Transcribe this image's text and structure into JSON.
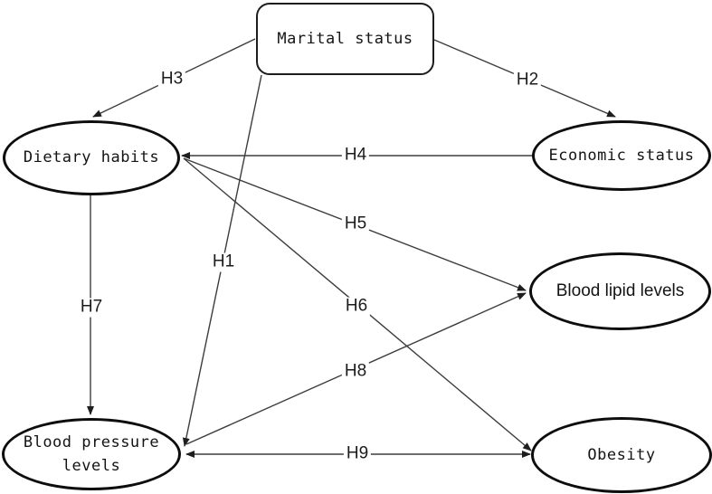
{
  "diagram": {
    "background_color": "#ffffff",
    "line_color": "#3d3d3d",
    "node_border_color": "#0d0d0d",
    "text_color": "#141414",
    "nodes": [
      {
        "id": "marital-status",
        "label": "Marital status",
        "shape": "rounded-rect"
      },
      {
        "id": "dietary-habits",
        "label": "Dietary habits",
        "shape": "ellipse"
      },
      {
        "id": "economic-status",
        "label": "Economic status",
        "shape": "ellipse"
      },
      {
        "id": "blood-lipid-levels",
        "label": "Blood lipid levels",
        "shape": "ellipse"
      },
      {
        "id": "blood-pressure-levels",
        "label": "Blood pressure levels",
        "shape": "ellipse"
      },
      {
        "id": "obesity",
        "label": "Obesity",
        "shape": "ellipse"
      }
    ],
    "edges": [
      {
        "label": "H1",
        "from": "marital-status",
        "to": "blood-pressure-levels",
        "direction": "one-way"
      },
      {
        "label": "H2",
        "from": "marital-status",
        "to": "economic-status",
        "direction": "one-way"
      },
      {
        "label": "H3",
        "from": "marital-status",
        "to": "dietary-habits",
        "direction": "one-way"
      },
      {
        "label": "H4",
        "from": "economic-status",
        "to": "dietary-habits",
        "direction": "one-way"
      },
      {
        "label": "H5",
        "from": "dietary-habits",
        "to": "blood-lipid-levels",
        "direction": "one-way"
      },
      {
        "label": "H6",
        "from": "dietary-habits",
        "to": "obesity",
        "direction": "one-way"
      },
      {
        "label": "H7",
        "from": "dietary-habits",
        "to": "blood-pressure-levels",
        "direction": "one-way"
      },
      {
        "label": "H8",
        "from": "blood-pressure-levels",
        "to": "blood-lipid-levels",
        "direction": "one-way"
      },
      {
        "label": "H9",
        "from": "blood-pressure-levels",
        "to": "obesity",
        "direction": "two-way"
      }
    ]
  }
}
